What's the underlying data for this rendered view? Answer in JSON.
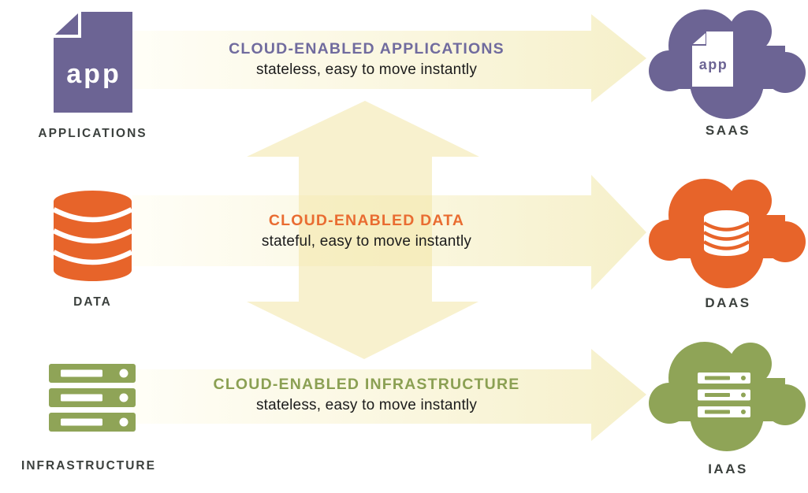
{
  "rows": [
    {
      "source": {
        "label": "APPLICATIONS"
      },
      "badge": "app",
      "band": {
        "title": "CLOUD-ENABLED APPLICATIONS",
        "subtitle": "stateless, easy to move instantly"
      },
      "target": {
        "label": "SAAS"
      },
      "colors": {
        "accent": "#6c6494",
        "title": "#706b9e"
      }
    },
    {
      "source": {
        "label": "DATA"
      },
      "band": {
        "title": "CLOUD-ENABLED DATA",
        "subtitle": "stateful, easy to move instantly"
      },
      "target": {
        "label": "DAAS"
      },
      "colors": {
        "accent": "#e7642a",
        "title": "#e96c31"
      }
    },
    {
      "source": {
        "label": "INFRASTRUCTURE"
      },
      "band": {
        "title": "CLOUD-ENABLED INFRASTRUCTURE",
        "subtitle": "stateless, easy to move instantly"
      },
      "target": {
        "label": "IAAS"
      },
      "colors": {
        "accent": "#8fa457",
        "title": "#8ba053"
      }
    }
  ],
  "band_gradient": {
    "start": "#fffef7",
    "end": "#f6f0ca"
  },
  "connector": {
    "fill": "rgba(241,227,158,0.5)"
  },
  "text": {
    "label_color": "#3b403d",
    "subtitle_color": "#1b1b1b"
  },
  "icons": {
    "applications": "app-document-icon",
    "data": "database-icon",
    "infrastructure": "server-stack-icon",
    "saas": "cloud-app-icon",
    "daas": "cloud-database-icon",
    "iaas": "cloud-server-icon",
    "connector": "vertical-double-arrow-icon"
  }
}
